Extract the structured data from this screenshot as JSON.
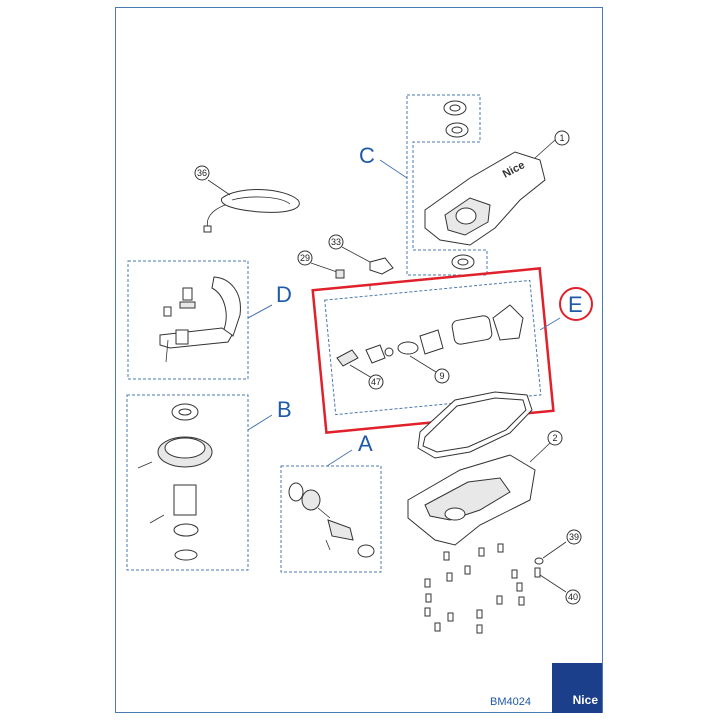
{
  "groups": {
    "a": "A",
    "b": "B",
    "c": "C",
    "d": "D",
    "e": "E"
  },
  "callouts": {
    "p1": "1",
    "p2": "2",
    "p9": "9",
    "p29": "29",
    "p33": "33",
    "p36": "36",
    "p39": "39",
    "p40": "40",
    "p47": "47"
  },
  "diagram_code": "BM4024",
  "logo_text": "Nice",
  "housing_brand": "Nice",
  "colors": {
    "accent": "#1e5aa8",
    "highlight": "#e0202a",
    "logo_bg": "#1c3f8c"
  }
}
